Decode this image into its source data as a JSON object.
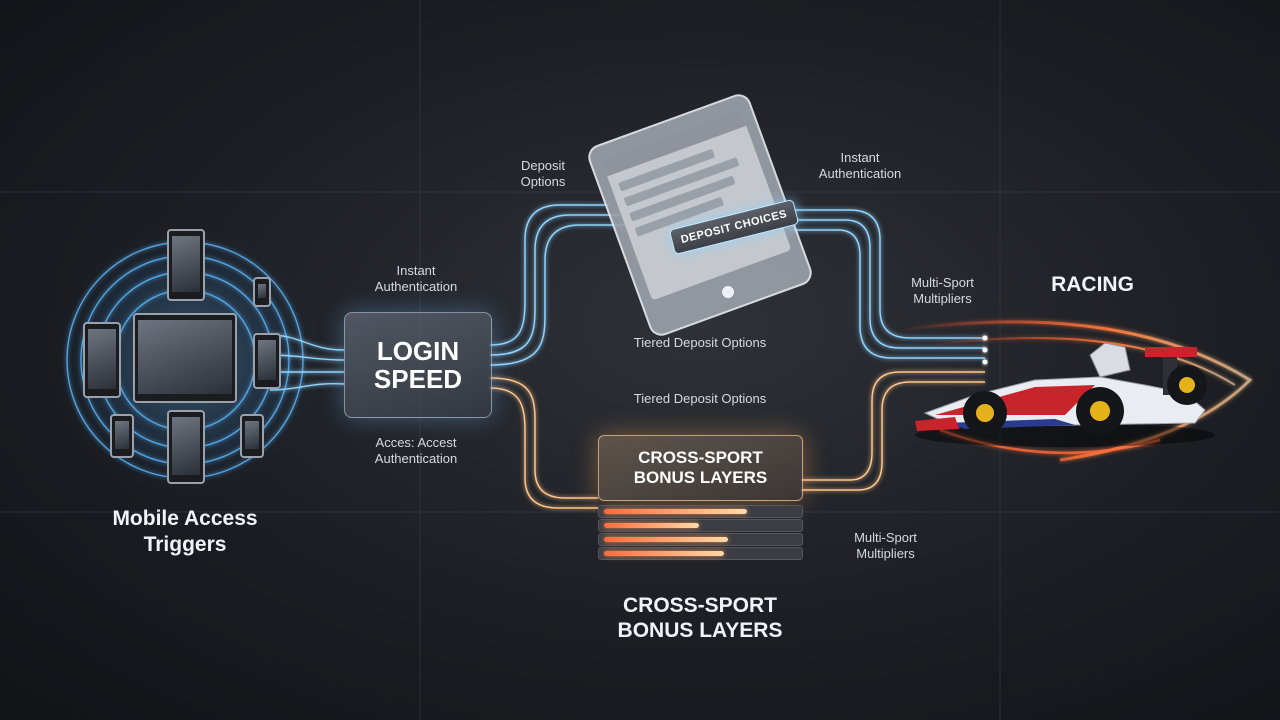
{
  "hub": {
    "label_line1": "LOGIN",
    "label_line2": "SPEED"
  },
  "mobile": {
    "title_line1": "Mobile Access",
    "title_line2": "Triggers"
  },
  "labels": {
    "deposit_options": [
      "Deposit",
      "Options"
    ],
    "instant_auth_top": [
      "Instant",
      "Authentication"
    ],
    "instant_auth_left": [
      "Instant",
      "Authentication"
    ],
    "access_auth": [
      "Acces: Accest",
      "Authentication"
    ],
    "multi_sport_top": [
      "Multi-Sport",
      "Multipliers"
    ],
    "multi_sport_bottom": [
      "Multi-Sport",
      "Multipliers"
    ],
    "tiered_1": "Tiered Deposit Options",
    "tiered_2": "Tiered Deposit Options"
  },
  "phone": {
    "badge": "DEPOSIT CHOICES"
  },
  "bonus": {
    "box_line1": "CROSS-SPORT",
    "box_line2": "BONUS LAYERS",
    "caption_line1": "CROSS-SPORT",
    "caption_line2": "BONUS LAYERS",
    "bars": [
      0.75,
      0.5,
      0.65,
      0.63
    ]
  },
  "racing": {
    "title": "RACING"
  },
  "colors": {
    "blue_glow": "#6fc3ff",
    "orange_glow": "#ffb070",
    "red_glow": "#ff5a3a"
  }
}
